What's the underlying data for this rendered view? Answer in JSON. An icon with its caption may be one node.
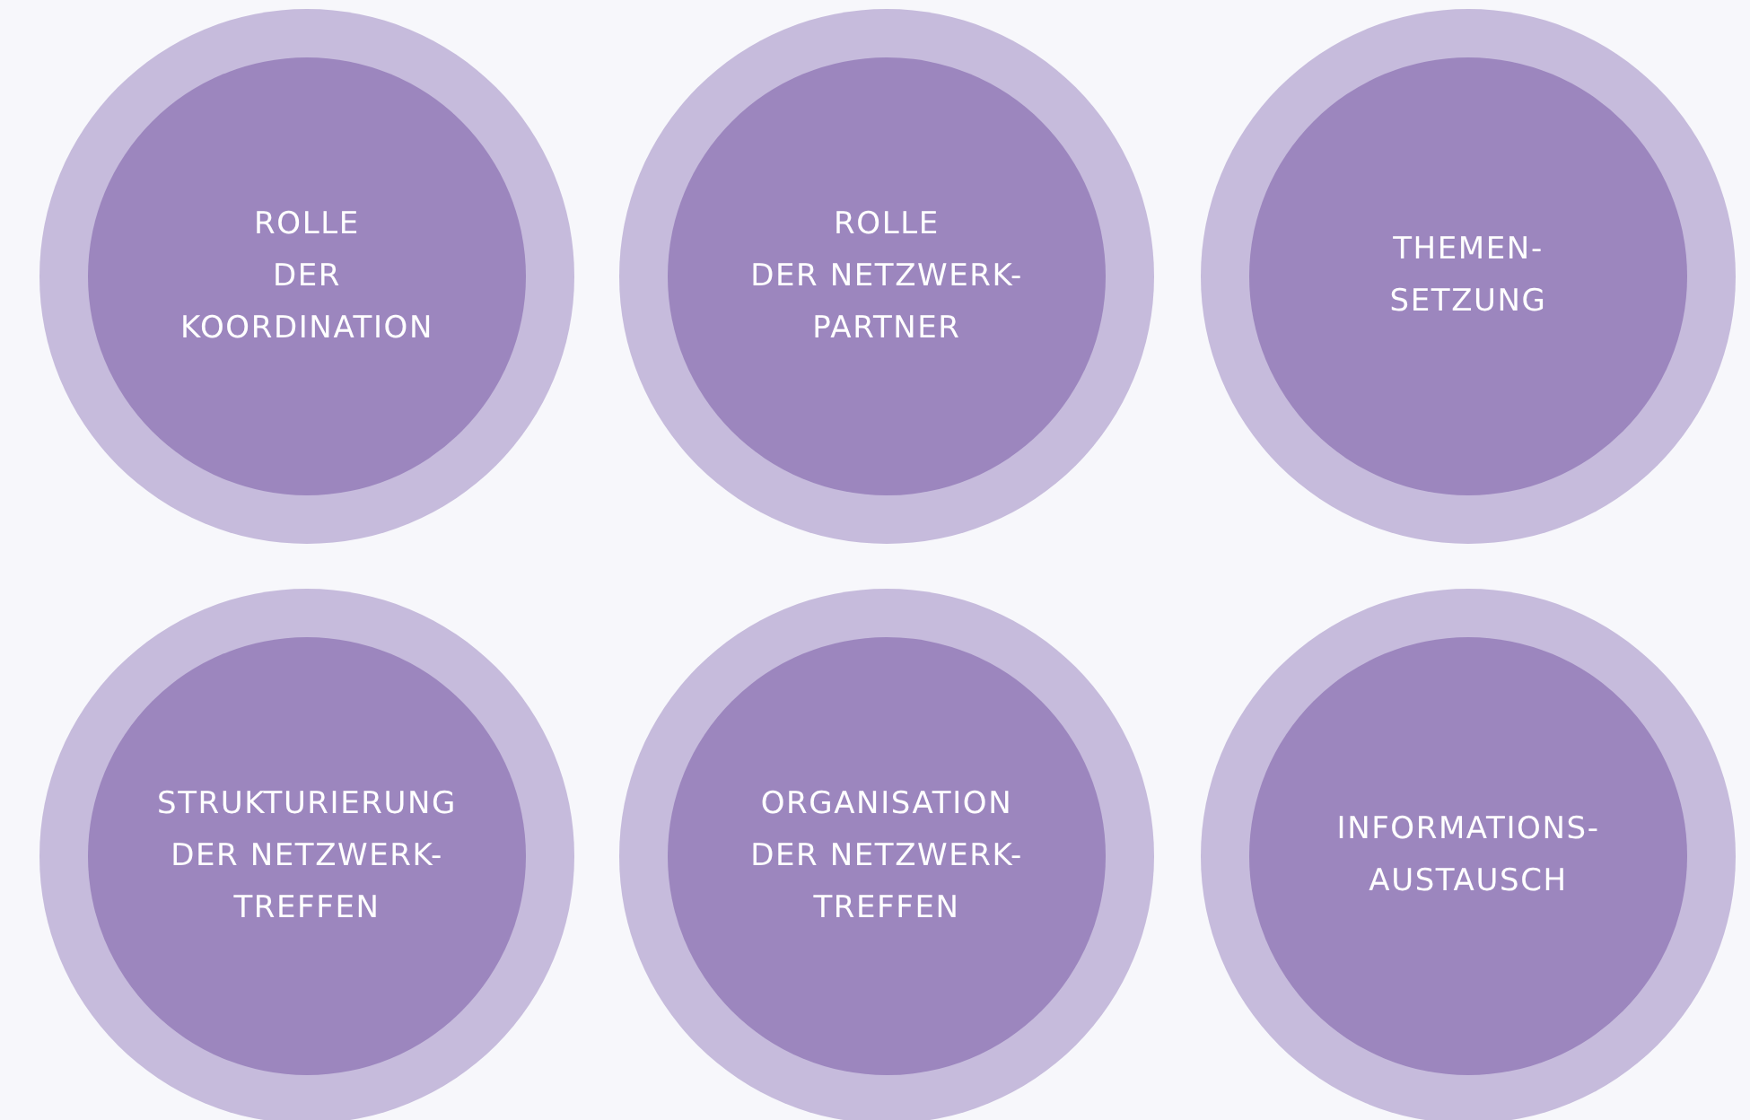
{
  "diagram": {
    "nodes": [
      {
        "text": [
          "ROLLE DER KOORDINATION"
        ]
      },
      {
        "text": [
          "ROLLE DER NETZWERK- PARTNER"
        ]
      },
      {
        "text": [
          "THEMEN- SETZUNG"
        ]
      },
      {
        "text": [
          "STRUKTURIERUNG DER NETZWERK- TREFFEN"
        ]
      },
      {
        "text": [
          "ORGANISATION DER NETZWERK- TREFFEN"
        ]
      },
      {
        "text": [
          "INFORMATIONS- AUSTAUSCH"
        ]
      }
    ]
  }
}
